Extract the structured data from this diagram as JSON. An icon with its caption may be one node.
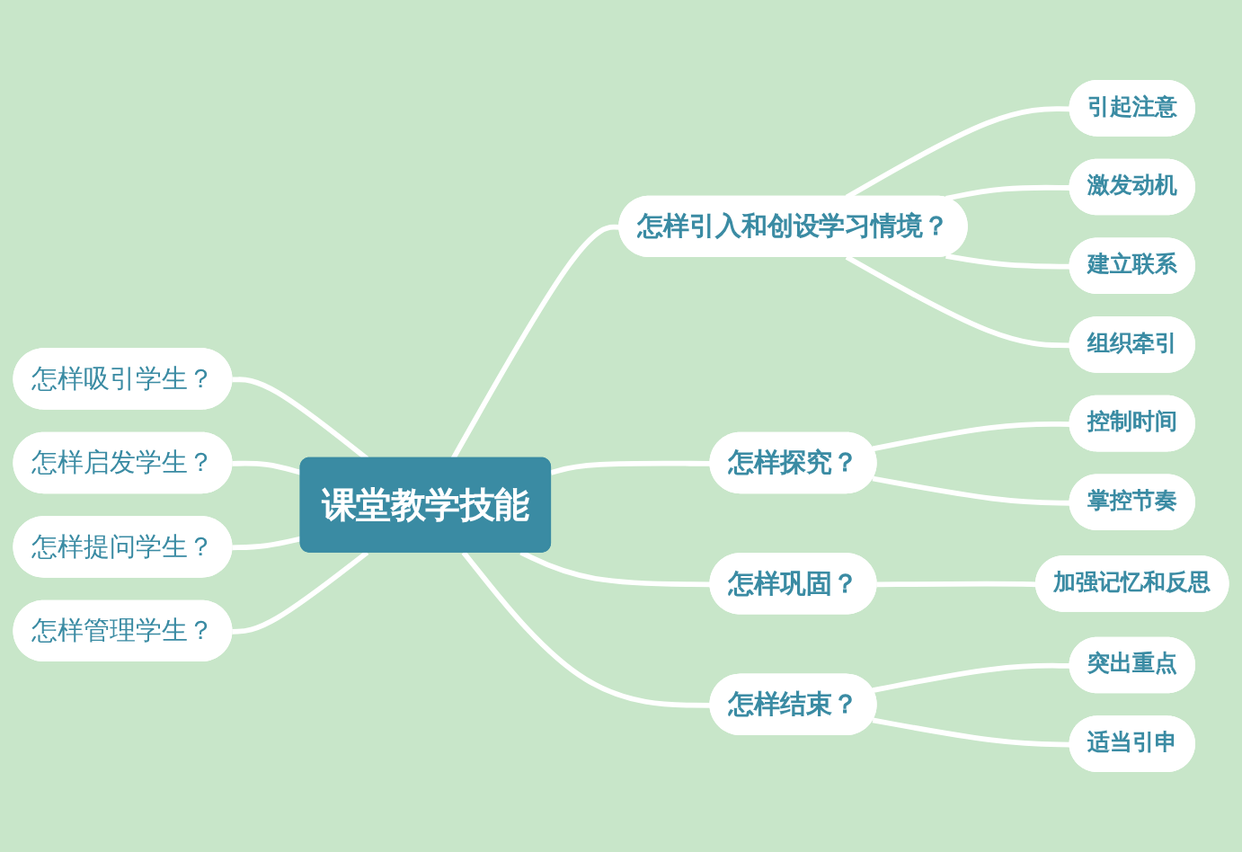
{
  "diagram": {
    "nodes": [
      {
        "text": [
          "课堂教学技能"
        ]
      },
      {
        "text": [
          "怎样引入和创设学习情境？"
        ]
      },
      {
        "text": [
          "引起注意"
        ]
      },
      {
        "text": [
          "激发动机"
        ]
      },
      {
        "text": [
          "建立联系"
        ]
      },
      {
        "text": [
          "组织牵引"
        ]
      },
      {
        "text": [
          "怎样探究？"
        ]
      },
      {
        "text": [
          "控制时间"
        ]
      },
      {
        "text": [
          "掌控节奏"
        ]
      },
      {
        "text": [
          "怎样巩固？"
        ]
      },
      {
        "text": [
          "加强记忆和反思"
        ]
      },
      {
        "text": [
          "怎样结束？"
        ]
      },
      {
        "text": [
          "突出重点"
        ]
      },
      {
        "text": [
          "适当引申"
        ]
      },
      {
        "text": [
          "怎样吸引学生？"
        ]
      },
      {
        "text": [
          "怎样启发学生？"
        ]
      },
      {
        "text": [
          "怎样提问学生？"
        ]
      },
      {
        "text": [
          "怎样管理学生？"
        ]
      }
    ],
    "edges": [
      {
        "from": 0,
        "to": 1,
        "arrow": "none"
      },
      {
        "from": 1,
        "to": 2,
        "arrow": "none"
      },
      {
        "from": 1,
        "to": 3,
        "arrow": "none"
      },
      {
        "from": 1,
        "to": 4,
        "arrow": "none"
      },
      {
        "from": 1,
        "to": 5,
        "arrow": "none"
      },
      {
        "from": 0,
        "to": 6,
        "arrow": "none"
      },
      {
        "from": 6,
        "to": 7,
        "arrow": "none"
      },
      {
        "from": 6,
        "to": 8,
        "arrow": "none"
      },
      {
        "from": 0,
        "to": 9,
        "arrow": "none"
      },
      {
        "from": 9,
        "to": 10,
        "arrow": "none"
      },
      {
        "from": 0,
        "to": 11,
        "arrow": "none"
      },
      {
        "from": 11,
        "to": 12,
        "arrow": "none"
      },
      {
        "from": 11,
        "to": 13,
        "arrow": "none"
      },
      {
        "from": 14,
        "to": 0,
        "arrow": "none"
      },
      {
        "from": 15,
        "to": 0,
        "arrow": "none"
      },
      {
        "from": 16,
        "to": 0,
        "arrow": "none"
      },
      {
        "from": 17,
        "to": 0,
        "arrow": "none"
      }
    ]
  }
}
